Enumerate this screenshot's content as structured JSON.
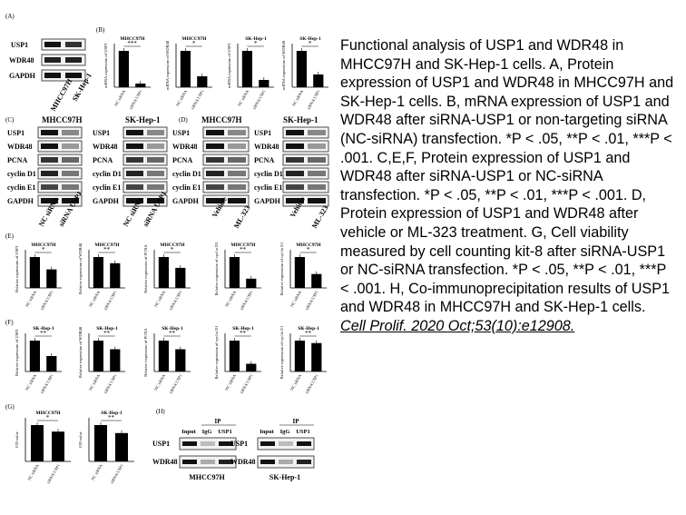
{
  "caption": {
    "text": "Functional analysis of USP1 and WDR48 in MHCC97H and SK-Hep-1 cells. A, Protein expression of USP1 and WDR48 in MHCC97H and SK-Hep-1 cells. B, mRNA expression of USP1 and WDR48 after siRNA-USP1 or non-targeting siRNA (NC-siRNA) transfection. *P < .05, **P < .01, ***P < .001. C,E,F, Protein expression of USP1 and WDR48 after siRNA-USP1 or NC-siRNA transfection. *P < .05, **P < .01, ***P < .001. D, Protein expression of USP1 and WDR48 after vehicle or ML-323 treatment. G, Cell viability measured by cell counting kit-8 after siRNA-USP1 or NC-siRNA transfection. *P < .05, **P < .01, ***P < .001. H, Co-immunoprecipitation results of USP1 and WDR48 in MHCC97H and SK-Hep-1 cells.",
    "citation": "Cell Prolif. 2020 Oct;53(10):e12908."
  },
  "panels": {
    "A": {
      "letter": "(A)",
      "rows": [
        "USP1",
        "WDR48",
        "GAPDH"
      ],
      "lanes": [
        "MHCC97H",
        "SK-Hep-1"
      ]
    },
    "B": {
      "letter": "(B)",
      "charts": [
        {
          "title": "MHCC97H",
          "ylabel": "mRNA expression of USP1",
          "sig": "***",
          "values": [
            1.0,
            0.1
          ]
        },
        {
          "title": "MHCC97H",
          "ylabel": "mRNA expression of WDR48",
          "sig": "*",
          "values": [
            1.0,
            0.3
          ]
        },
        {
          "title": "SK-Hep-1",
          "ylabel": "mRNA expression of USP1",
          "sig": "*",
          "values": [
            1.0,
            0.2
          ]
        },
        {
          "title": "SK-Hep-1",
          "ylabel": "mRNA expression of WDR48",
          "sig": "*",
          "values": [
            1.0,
            0.35
          ]
        }
      ],
      "categories": [
        "NC siRNA",
        "siRNA USP1"
      ]
    },
    "C": {
      "letter": "(C)",
      "cell_left": "MHCC97H",
      "cell_right": "SK-Hep-1",
      "rows": [
        "USP1",
        "WDR48",
        "PCNA",
        "cyclin D1",
        "cyclin E1",
        "GAPDH"
      ],
      "lanes": [
        "NC siRNA",
        "siRNA USP1"
      ]
    },
    "D": {
      "letter": "(D)",
      "cell_left": "MHCC97H",
      "cell_right": "SK-Hep-1",
      "rows": [
        "USP1",
        "WDR48",
        "PCNA",
        "cyclin D1",
        "cyclin E1",
        "GAPDH"
      ],
      "lanes": [
        "Vehicle",
        "ML-323"
      ]
    },
    "E": {
      "letter": "(E)",
      "charts": [
        {
          "title": "MHCC97H",
          "ylabel": "Relative expression of USP1",
          "sig": "*",
          "values": [
            1.0,
            0.6
          ]
        },
        {
          "title": "MHCC97H",
          "ylabel": "Relative expression of WDR48",
          "sig": "**",
          "values": [
            1.0,
            0.8
          ]
        },
        {
          "title": "MHCC97H",
          "ylabel": "Relative expression of PCNA",
          "sig": "*",
          "values": [
            1.0,
            0.65
          ]
        },
        {
          "title": "MHCC97H",
          "ylabel": "Relative expression of cyclin D1",
          "sig": "**",
          "values": [
            1.0,
            0.3
          ]
        },
        {
          "title": "MHCC97H",
          "ylabel": "Relative expression of cyclin E1",
          "sig": "*",
          "values": [
            1.0,
            0.45
          ]
        }
      ],
      "categories": [
        "NC siRNA",
        "siRNA USP1"
      ]
    },
    "F": {
      "letter": "(F)",
      "charts": [
        {
          "title": "SK-Hep-1",
          "ylabel": "Relative expression of USP1",
          "sig": "**",
          "values": [
            1.0,
            0.5
          ]
        },
        {
          "title": "SK-Hep-1",
          "ylabel": "Relative expression of WDR48",
          "sig": "**",
          "values": [
            1.0,
            0.72
          ]
        },
        {
          "title": "SK-Hep-1",
          "ylabel": "Relative expression of PCNA",
          "sig": "**",
          "values": [
            1.0,
            0.72
          ]
        },
        {
          "title": "SK-Hep-1",
          "ylabel": "Relative expression of cyclin D1",
          "sig": "**",
          "values": [
            1.0,
            0.25
          ]
        },
        {
          "title": "SK-Hep-1",
          "ylabel": "Relative expression of cyclin E1",
          "sig": "**",
          "values": [
            1.0,
            0.92
          ]
        }
      ],
      "categories": [
        "NC siRNA",
        "siRNA USP1"
      ]
    },
    "G": {
      "letter": "(G)",
      "charts": [
        {
          "title": "MHCC97H",
          "ylabel": "OD value",
          "sig": "*",
          "values": [
            1.0,
            0.82
          ]
        },
        {
          "title": "SK-Hep-1",
          "ylabel": "OD value",
          "sig": "**",
          "values": [
            1.0,
            0.78
          ]
        }
      ],
      "categories": [
        "NC siRNA",
        "siRNA USP1"
      ]
    },
    "H": {
      "letter": "(H)",
      "ip_label": "IP",
      "lanes": [
        "Input",
        "IgG",
        "USP1"
      ],
      "rows": [
        "USP1",
        "WDR48"
      ],
      "cells": [
        "MHCC97H",
        "SK-Hep-1"
      ]
    }
  }
}
